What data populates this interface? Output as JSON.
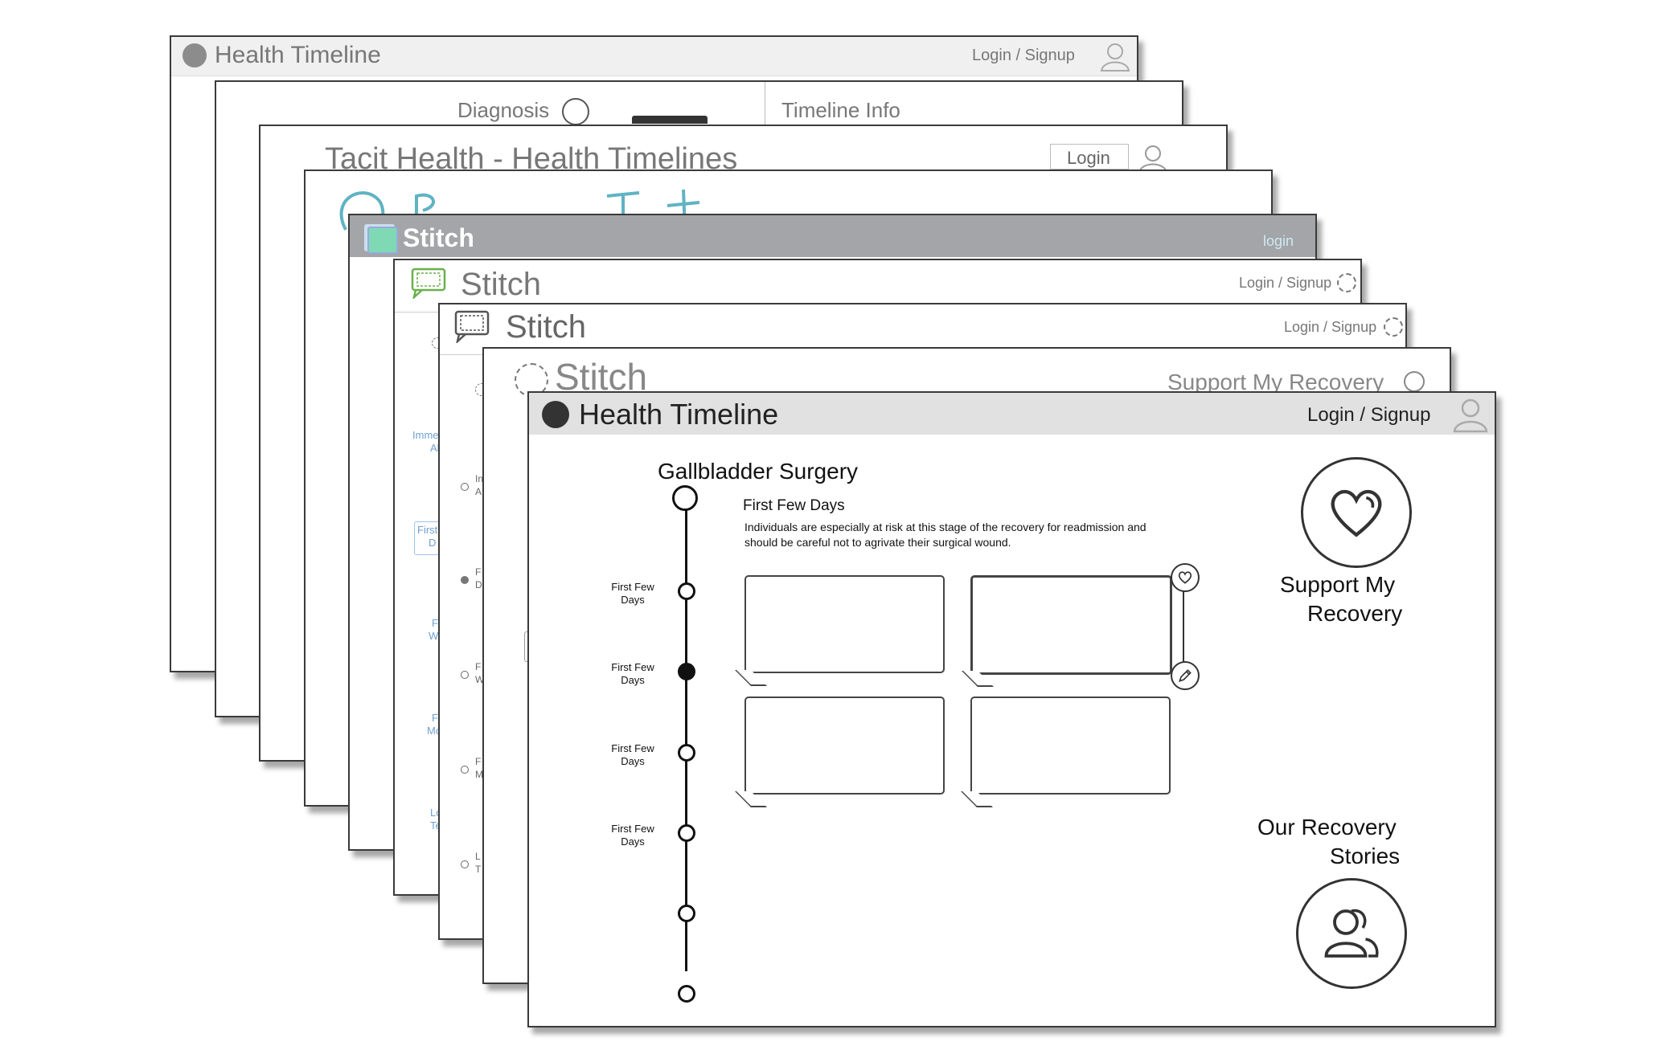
{
  "sheets": {
    "s1": {
      "title": "Health Timeline",
      "login": "Login / Signup",
      "accent": "#8c8c8c"
    },
    "s2": {
      "tab_diagnosis": "Diagnosis",
      "tab_timeline_info": "Timeline Info"
    },
    "s3": {
      "title": "Tacit Health - Health Timelines",
      "login": "Login"
    },
    "s4": {
      "accent": "#5fb3c2"
    },
    "s5": {
      "brand": "Stitch",
      "login": "login",
      "header_color": "#a3a5a8",
      "logo_color": "#7fd9b4"
    },
    "s6": {
      "brand": "Stitch",
      "login": "Login / Signup",
      "sidebar_labels": [
        "Imme",
        "Al",
        "First",
        "D",
        "F",
        "W",
        "F",
        "Mo",
        "Lo",
        "Te"
      ],
      "accent": "#6ab04c"
    },
    "s7": {
      "brand": "Stitch",
      "login": "Login / Signup",
      "timeline_labels": [
        "In",
        "A",
        "F",
        "D",
        "F",
        "W",
        "F",
        "M",
        "L",
        "T"
      ]
    },
    "s8": {
      "brand": "Stitch",
      "link": "Support My Recovery"
    }
  },
  "front": {
    "header": {
      "title": "Health Timeline",
      "login": "Login / Signup"
    },
    "surgery_title": "Gallbladder Surgery",
    "stage": {
      "title": "First Few Days",
      "description_line1": "Individuals are especially at risk at this stage of the recovery for readmission and",
      "description_line2": "should be careful not to agrivate their surgical wound."
    },
    "timeline_labels": [
      {
        "line1": "First Few",
        "line2": "Days"
      },
      {
        "line1": "First Few",
        "line2": "Days"
      },
      {
        "line1": "First Few",
        "line2": "Days"
      },
      {
        "line1": "First Few",
        "line2": "Days"
      }
    ],
    "support": {
      "line1": "Support My",
      "line2": "Recovery"
    },
    "stories": {
      "line1": "Our Recovery",
      "line2": "Stories"
    }
  }
}
